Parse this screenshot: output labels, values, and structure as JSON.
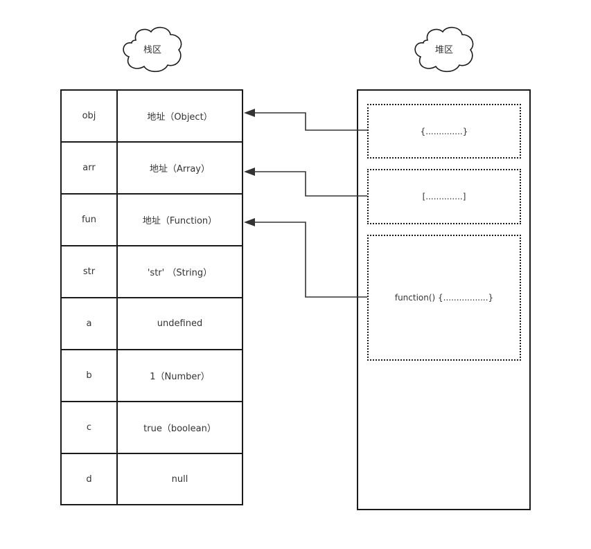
{
  "stack_label": "栈区",
  "heap_label": "堆区",
  "stack_rows": [
    {
      "name": "obj",
      "value": "地址（Object）"
    },
    {
      "name": "arr",
      "value": "地址（Array）"
    },
    {
      "name": "fun",
      "value": "地址（Function）"
    },
    {
      "name": "str",
      "value": "'str' （String）"
    },
    {
      "name": "a",
      "value": "undefined"
    },
    {
      "name": "b",
      "value": "1（Number）"
    },
    {
      "name": "c",
      "value": "true（boolean）"
    },
    {
      "name": "d",
      "value": "null"
    }
  ],
  "heap_objects": [
    {
      "text": "{..............}"
    },
    {
      "text": "[..............]"
    },
    {
      "text": "function() {.................}"
    }
  ]
}
